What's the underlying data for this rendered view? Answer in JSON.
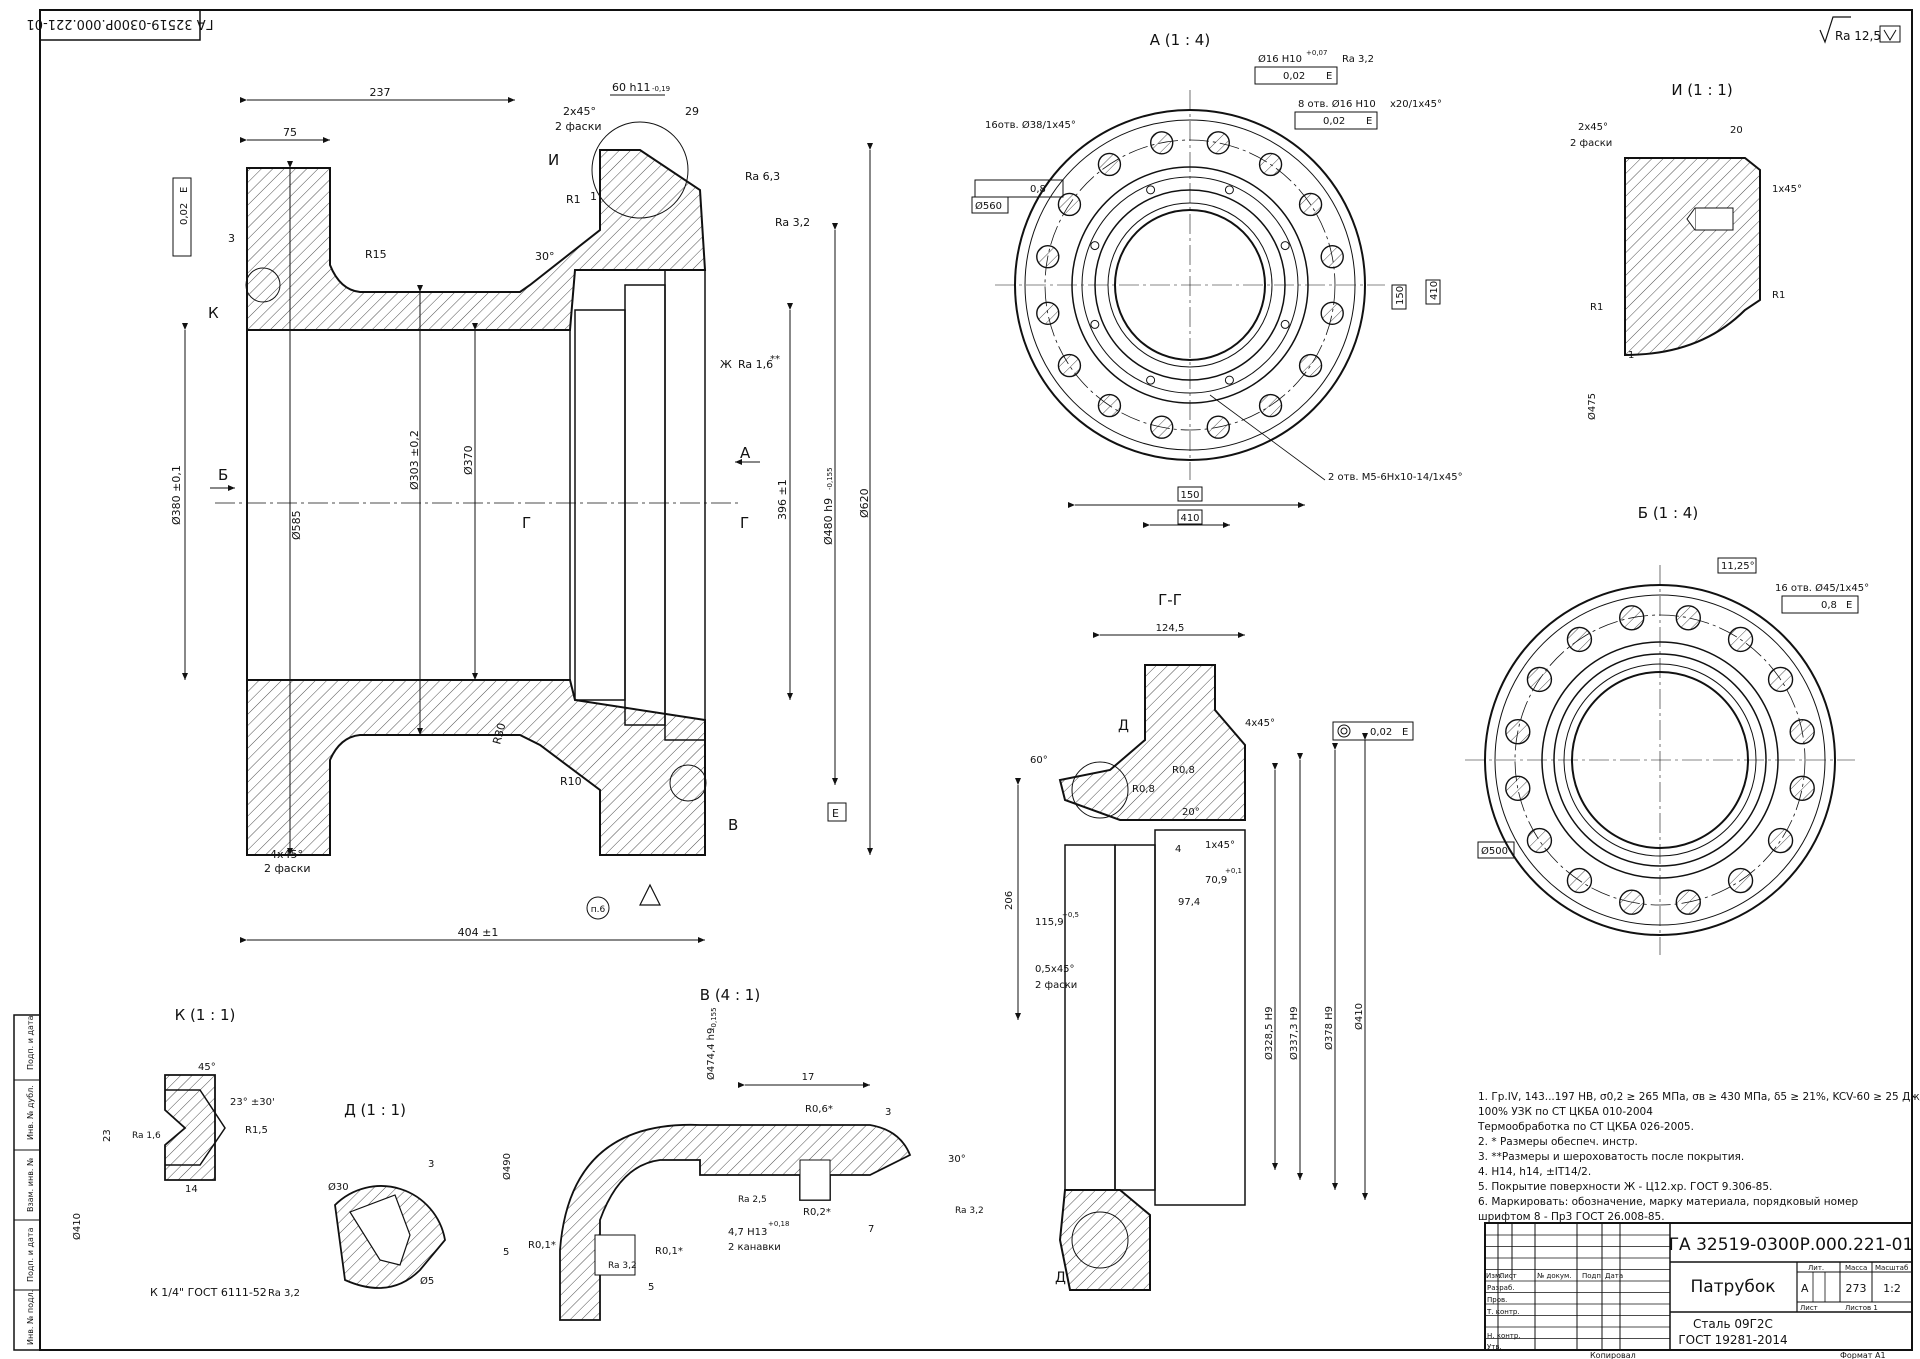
{
  "corner_code": "ГА 32519-0300Р.000.221-01",
  "roughness_general": "Ra 12,5",
  "views": {
    "view_a": "А (1 : 4)",
    "view_i": "И (1 : 1)",
    "view_b": "Б (1 : 4)",
    "section_gg": "Г-Г",
    "view_k": "К (1 : 1)",
    "view_d": "Д (1 : 1)",
    "view_v": "В  (4 : 1)"
  },
  "main_dims": {
    "d237": "237",
    "d75": "75",
    "d60h11": "60 h11",
    "d60tol": "-0,19",
    "d29": "29",
    "chamfer2x45": "2x45°",
    "two_chamfers": "2 фаски",
    "ra63": "Ra 6,3",
    "ra32": "Ra 3,2",
    "r15": "R15",
    "r1": "R1",
    "one": "1",
    "deg30": "30°",
    "three": "3",
    "i_mark": "И",
    "k_mark": "К",
    "zh_ra16": "Ж",
    "ra16": "Ra 1,6",
    "stars": "**",
    "a_mark": "А",
    "b_mark": "Б",
    "g_mark": "Г",
    "d380": "Ø380 ±0,1",
    "d585": "Ø585",
    "d303": "Ø303 ±0,2",
    "d370": "Ø370",
    "d396": "396 ±1",
    "d480": "Ø480 h9",
    "d480tol": "-0,155",
    "d620": "Ø620",
    "r30": "R30",
    "r10": "R10",
    "v_mark": "В",
    "e_datum": "Е",
    "chamfer4x45": "4x45°",
    "two_chamfers2": "2 фаски",
    "d404": "404 ±1",
    "p6": "п.6",
    "tol_value": "0,02",
    "tol_ref": "E"
  },
  "view_a_dims": {
    "d16h10": "Ø16 H10",
    "d16tol": "+0,07",
    "ra32": "Ra 3,2",
    "pos002": "0,02",
    "e": "E",
    "holes8": "8 отв. Ø16 H10",
    "holes8tail": "x20/1x45°",
    "holes16": "16отв. Ø38/1x45°",
    "pos08": "0,8",
    "d560": "Ø560",
    "d150v": "150",
    "d410v": "410",
    "d150h": "150",
    "d410h": "410",
    "holes2": "2 отв. М5-6Нx10-14/1x45°"
  },
  "view_i_dims": {
    "chamfer": "2x45°",
    "chamfers": "2 фаски",
    "d20": "20",
    "c1x45": "1x45°",
    "r1a": "R1",
    "r1b": "R1",
    "one": "1",
    "d475": "Ø475"
  },
  "view_b_dims": {
    "angle": "11,25°",
    "holes16": "16 отв. Ø45/1x45°",
    "pos08": "0,8",
    "e": "E",
    "d500": "Ø500"
  },
  "section_gg_dims": {
    "d1245": "124,5",
    "c4x45": "4x45°",
    "tol002": "0,02",
    "e": "E",
    "d_mark_top": "Д",
    "deg60": "60°",
    "r08a": "R0,8",
    "r08b": "R0,8",
    "deg20": "20°",
    "d4": "4",
    "c1x45": "1x45°",
    "d709": "70,9",
    "tol01": "+0,1",
    "d206": "206",
    "d1159": "115,9",
    "tol05": "+0,5",
    "d974": "97,4",
    "c05x45": "0,5x45°",
    "two_ch": "2 фаски",
    "d3285": "Ø328,5 H9",
    "d3373": "Ø337,3 H9",
    "d378": "Ø378 H9",
    "d410": "Ø410",
    "d_mark_bot": "Д"
  },
  "view_k_dims": {
    "deg45": "45°",
    "ang23": "23° ±30'",
    "ra16": "Ra 1,6",
    "r15": "R1,5",
    "d23": "23",
    "d14": "14",
    "d410": "Ø410",
    "thread": "К 1/4\" ГОСТ 6111-52",
    "ra32": "Ra 3,2"
  },
  "view_d_dims": {
    "d30": "Ø30",
    "d3": "3",
    "d5": "Ø5"
  },
  "view_v_dims": {
    "d4744": "Ø474,4 h9",
    "d4744tol": "-0,155",
    "d17": "17",
    "r06": "R0,6*",
    "d3": "3",
    "deg30": "30°",
    "d490": "Ø490",
    "ra25": "Ra 2,5",
    "r02": "R0,2*",
    "ra32a": "Ra 3,2",
    "h13": "4,7 H13",
    "h13tol": "+0,18",
    "grooves": "2 канавки",
    "d7": "7",
    "r01a": "R0,1*",
    "r01b": "R0,1*",
    "ra32b": "Ra 3,2",
    "d5a": "5",
    "d5b": "5"
  },
  "notes": [
    "1. Гр.IV, 143...197 HB, σ0,2 ≥ 265 МПа, σв ≥ 430 МПа, δ5 ≥ 21%, KCV-60 ≥ 25 Дж/см²,",
    "100% УЗК по СТ ЦКБА 010-2004",
    "Термообработка по СТ ЦКБА 026-2005.",
    "2. * Размеры обеспеч. инстр.",
    "3. **Размеры и шероховатость после покрытия.",
    "4. Н14, h14, ±IT14/2.",
    "5. Покрытие поверхности Ж - Ц12.хр. ГОСТ 9.306-85.",
    "6. Маркировать: обозначение, марку материала, порядковый номер",
    "шрифтом 8 - Пр3 ГОСТ 26.008-85."
  ],
  "title_block": {
    "designation": "ГА 32519-0300Р.000.221-01",
    "name": "Патрубок",
    "material_line1": "Сталь 09Г2С",
    "material_line2": "ГОСТ 19281-2014",
    "lit_header": "Лит.",
    "mass_header": "Масса",
    "scale_header": "Масштаб",
    "lit_value": "А",
    "mass_value": "273",
    "scale_value": "1:2",
    "sheet_label": "Лист",
    "sheets_label": "Листов 1",
    "rows": [
      "Изм.",
      "Лист",
      "№ докум.",
      "Подп.",
      "Дата"
    ],
    "roles": [
      "Разраб.",
      "Пров.",
      "Т. контр.",
      "Н. контр.",
      "Утв."
    ],
    "copied": "Копировал",
    "format": "Формат А1"
  },
  "side_strip": [
    "Подп. и дата",
    "Инв. № дубл.",
    "Взам. инв. №",
    "Подп. и дата",
    "Инв. № подл."
  ]
}
